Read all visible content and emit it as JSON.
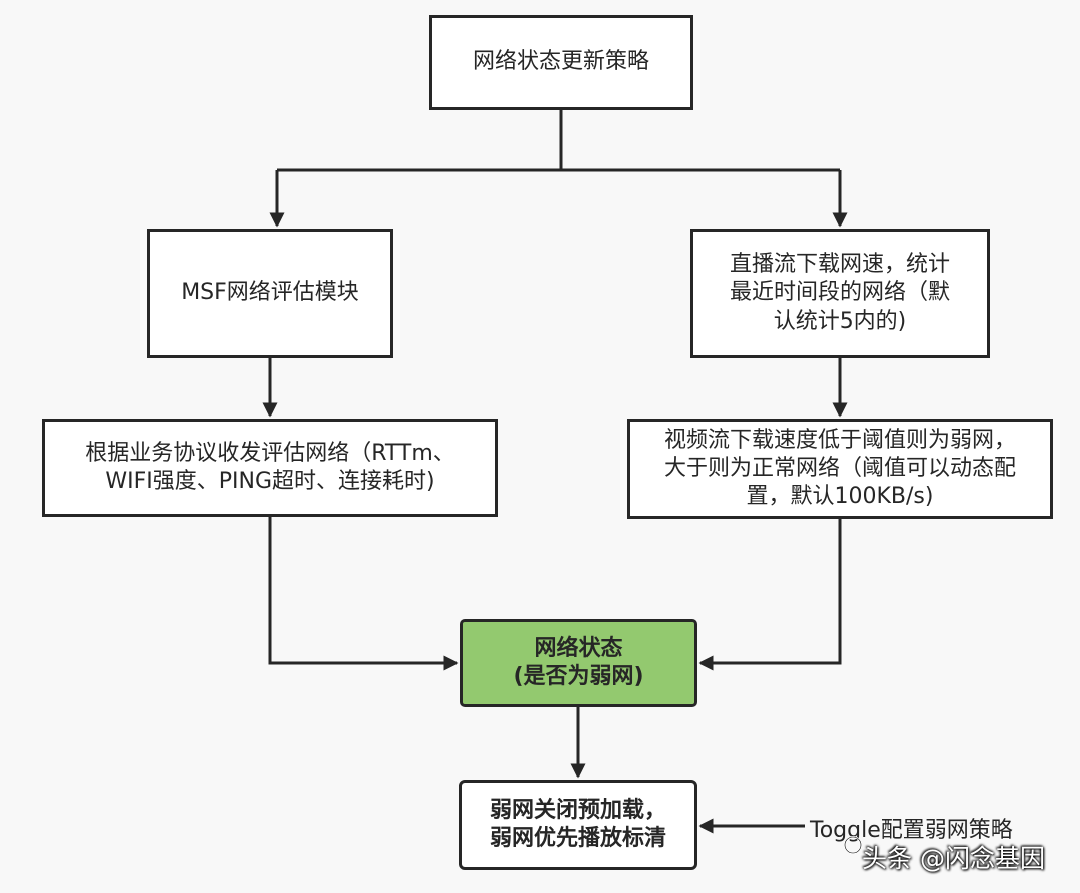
{
  "diagram": {
    "nodes": {
      "root": "网络状态更新策略",
      "msf": "MSF网络评估模块",
      "live": "直播流下载网速，统计\n最近时间段的网络（默\n认统计5内的)",
      "biz": "根据业务协议收发评估网络（RTTm、\nWIFI强度、PING超时、连接耗时)",
      "video": "视频流下载速度低于阈值则为弱网，\n大于则为正常网络（阈值可以动态配\n置，默认100KB/s)",
      "state": "网络状态\n(是否为弱网)",
      "weak": "弱网关闭预加载，\n弱网优先播放标清"
    },
    "toggle_label": "Toggle配置弱网策略",
    "watermark": "头条 @闪念基因"
  },
  "colors": {
    "background": "#f8f8f8",
    "border": "#262626",
    "highlight": "#93c96f"
  }
}
